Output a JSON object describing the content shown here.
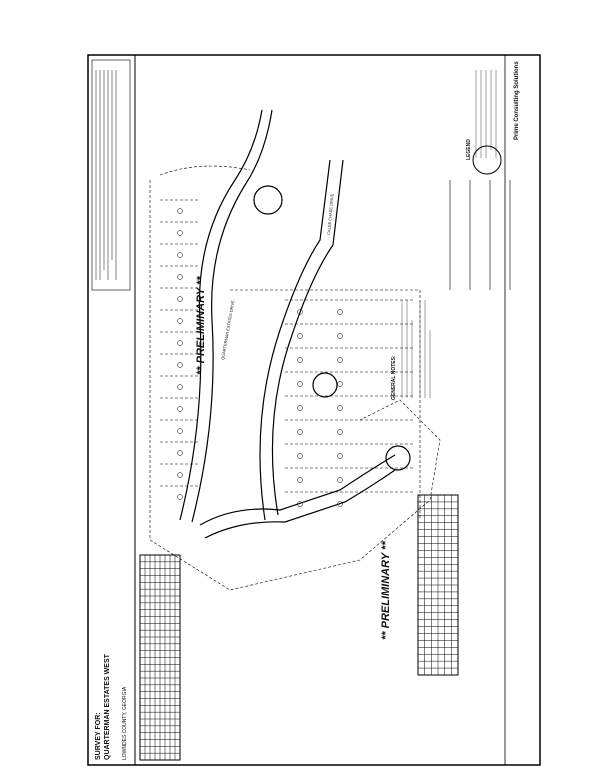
{
  "document": {
    "watermark_label": "** PRELIMINARY **",
    "title_block": {
      "survey_for": "SURVEY FOR:",
      "project": "QUARTERMAN ESTATES WEST",
      "county": "LOWNDES COUNTY, GEORGIA"
    },
    "notes_heading": "GENERAL NOTES:",
    "legend_heading": "LEGEND",
    "firm_name": "Prime Consulting Solutions",
    "streets": [
      "QUARTERMAN ESTATES DRIVE",
      "CALEB CHASE DRIVE"
    ]
  }
}
